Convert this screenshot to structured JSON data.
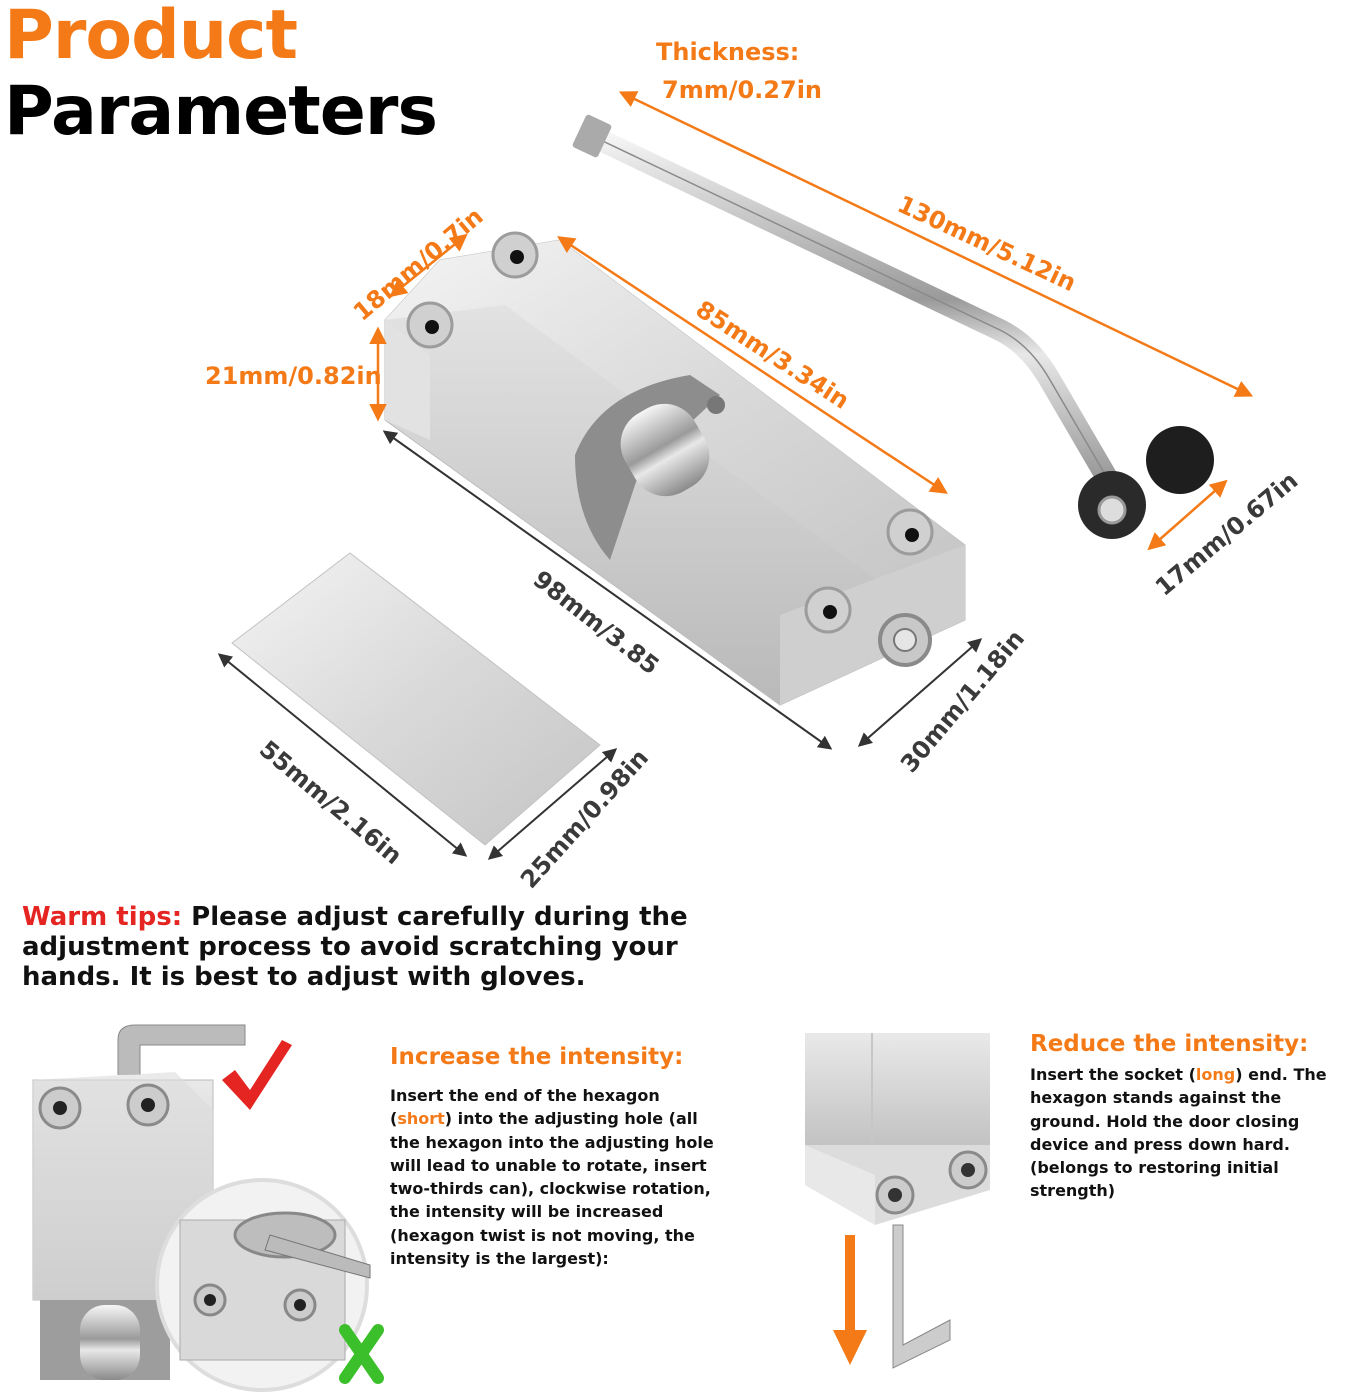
{
  "header": {
    "title_line1": "Product",
    "title_line2": "Parameters"
  },
  "dimensions": {
    "thickness_label": "Thickness:",
    "thickness_value": "7mm/0.27in",
    "rod_length": "130mm/5.12in",
    "hole_spacing": "18mm/0.7in",
    "body_inner_length": "85mm/3.34in",
    "body_height": "21mm/0.82in",
    "body_length": "98mm/3.85",
    "body_width": "30mm/1.18in",
    "wheel_width": "17mm/0.67in",
    "plate_length": "55mm/2.16in",
    "plate_width": "25mm/0.98in"
  },
  "tips": {
    "lead": "Warm tips:",
    "text": " Please adjust carefully during the adjustment process to avoid scratching your hands. It is best to adjust with gloves."
  },
  "increase": {
    "heading": "Increase the intensity:",
    "before": "Insert the end of the hexagon (",
    "highlight": "short",
    "after": ") into the adjusting hole (all the hexagon into the adjusting hole will lead to unable to rotate, insert two-thirds can), clockwise rotation, the intensity will be increased (hexagon twist is not moving, the intensity is the largest):"
  },
  "reduce": {
    "heading": "Reduce the intensity:",
    "before": "Insert the socket (",
    "highlight": "long",
    "after": ") end. The hexagon stands against the ground. Hold the door closing device and press down hard. (belongs to restoring initial strength)"
  },
  "colors": {
    "accent": "#f47a17",
    "warn": "#e52521",
    "check": "#e52521",
    "cross": "#3bbf2a"
  },
  "icons": [
    "check-mark-icon",
    "cross-mark-icon",
    "down-arrow-icon"
  ]
}
